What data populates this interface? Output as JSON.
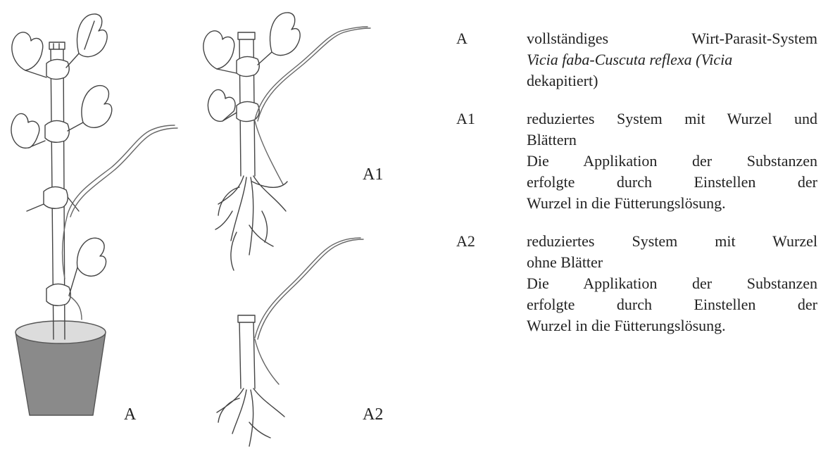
{
  "figure": {
    "labels": {
      "a": "A",
      "a1": "A1",
      "a2": "A2"
    }
  },
  "legend": {
    "a": {
      "tag": "A",
      "line1": "vollständiges Wirt-Parasit-System",
      "line2_pre": "Vicia faba-Cuscuta reflexa (",
      "line2_host": "Vicia",
      "line3": "dekapitiert)"
    },
    "a1": {
      "tag": "A1",
      "line1": "reduziertes System mit Wurzel und",
      "line2": "Blättern",
      "line3": "Die Applikation der Substanzen",
      "line4": "erfolgte durch Einstellen der",
      "line5": "Wurzel in die Fütterungslösung."
    },
    "a2": {
      "tag": "A2",
      "line1": "reduziertes System mit Wurzel",
      "line2": "ohne Blätter",
      "line3": "Die Applikation der Substanzen",
      "line4": "erfolgte durch Einstellen der",
      "line5": "Wurzel in die Fütterungslösung."
    }
  }
}
